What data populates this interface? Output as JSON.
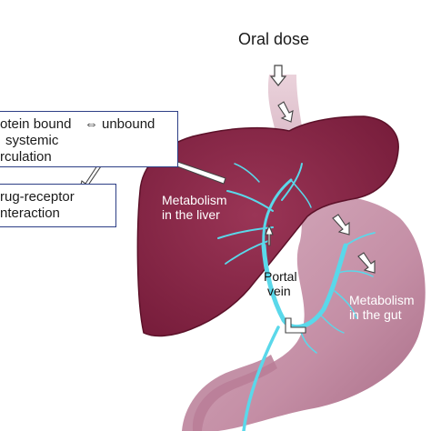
{
  "diagram": {
    "oral_dose": "Oral dose",
    "box_top": {
      "line1_a": "otein bound",
      "line1_sep": "⇔",
      "line1_b": "unbound",
      "line2": "systemic",
      "line3": "rculation"
    },
    "box_bottom": {
      "line1": "rug-receptor",
      "line2": "nteraction"
    },
    "liver_label": {
      "line1": "Metabolism",
      "line2": "in the liver"
    },
    "portal_label": {
      "line1": "Portal",
      "line2": "vein"
    },
    "gut_label": {
      "line1": "Metabolism",
      "line2": "in the gut"
    },
    "colors": {
      "liver": "#8e2a4a",
      "stomach": "#c99aae",
      "vessel": "#5ad8ea",
      "box_border": "#2d3f86"
    }
  }
}
